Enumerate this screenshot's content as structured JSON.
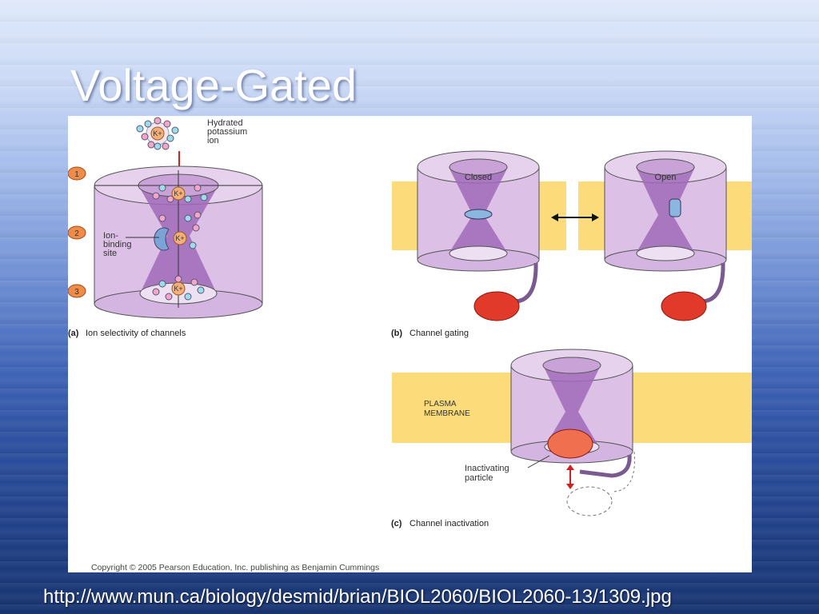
{
  "slide": {
    "title": "Voltage-Gated",
    "url": "http://www.mun.ca/biology/desmid/brian/BIOL2060/BIOL2060-13/1309.jpg"
  },
  "figure": {
    "panel_a": {
      "hydrated_label": [
        "Hydrated",
        "potassium",
        "ion"
      ],
      "ion_symbol": "K+",
      "steps": [
        "1",
        "2",
        "3"
      ],
      "binding_label": [
        "Ion-",
        "binding",
        "site"
      ],
      "caption_letter": "(a)",
      "caption": "Ion selectivity of channels"
    },
    "panel_b": {
      "closed_label": "Closed",
      "open_label": "Open",
      "caption_letter": "(b)",
      "caption": "Channel gating"
    },
    "panel_c": {
      "membrane_label": [
        "PLASMA",
        "MEMBRANE"
      ],
      "particle_label": [
        "Inactivating",
        "particle"
      ],
      "caption_letter": "(c)",
      "caption": "Channel inactivation"
    },
    "copyright": "Copyright © 2005 Pearson Education, Inc. publishing as Benjamin Cummings"
  },
  "colors": {
    "membrane": "#fcdc7a",
    "channel": "#dcc0e6",
    "pore": "#a06ab8",
    "step_badge": "#f08c4a",
    "inactivating_particle": "#e23a2a",
    "arrow_red": "#d02020"
  }
}
